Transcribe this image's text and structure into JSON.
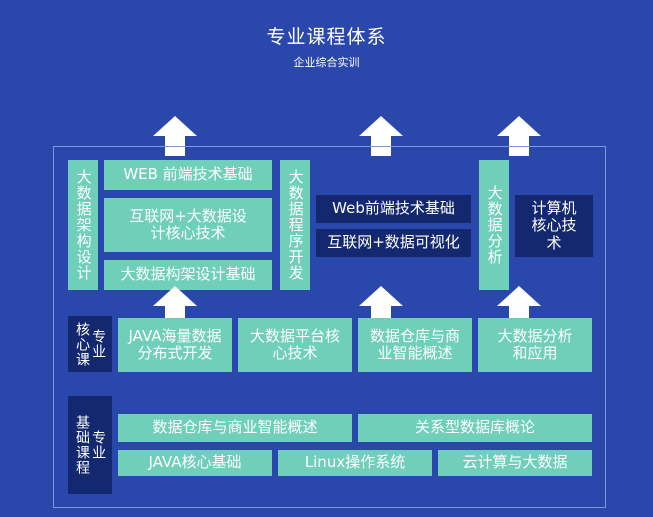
{
  "header": {
    "title": "专业课程体系",
    "subtitle": "企业综合实训"
  },
  "colors": {
    "background": "#2a47ac",
    "teal": "#6fcfb9",
    "navy": "#14286f",
    "arrow": "#ffffff"
  },
  "top": {
    "col1": {
      "label": "大数据架构设计",
      "items": [
        "WEB 前端技术基础",
        "互联网+大数据设计核心技术",
        "大数据构架设计基础"
      ]
    },
    "col2": {
      "label": "大数据程序开发",
      "items": [
        "Web前端技术基础",
        "互联网+数据可视化"
      ]
    },
    "col3": {
      "label": "大数据分析",
      "items": [
        "计算机核心技术"
      ]
    }
  },
  "core": {
    "label_left": "核心课",
    "label_right": "专业",
    "items": [
      "JAVA海量数据分布式开发",
      "大数据平台核心技术",
      "数据仓库与商业智能概述",
      "大数据分析和应用"
    ]
  },
  "foundation": {
    "label_left": "基础课程",
    "label_right": "专业",
    "row1": [
      "数据仓库与商业智能概述",
      "关系型数据库概论"
    ],
    "row2": [
      "JAVA核心基础",
      "Linux操作系统",
      "云计算与大数据"
    ]
  }
}
